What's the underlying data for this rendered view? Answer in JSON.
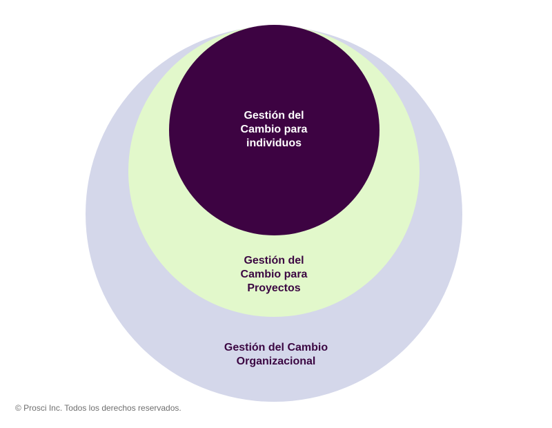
{
  "diagram": {
    "outer": {
      "label": "Gestión del Cambio\nOrganizacional",
      "fill": "#d4d7ea",
      "text_color": "#3b0742"
    },
    "middle": {
      "label": "Gestión del\nCambio para\nProyectos",
      "fill": "#e2f8cb",
      "text_color": "#3b0742"
    },
    "inner": {
      "label": "Gestión del\nCambio para\nindividuos",
      "fill": "#3d0342",
      "text_color": "#ffffff"
    }
  },
  "footer": {
    "copyright": "© Prosci Inc. Todos los derechos reservados.",
    "text_color": "#6e6e6e"
  }
}
